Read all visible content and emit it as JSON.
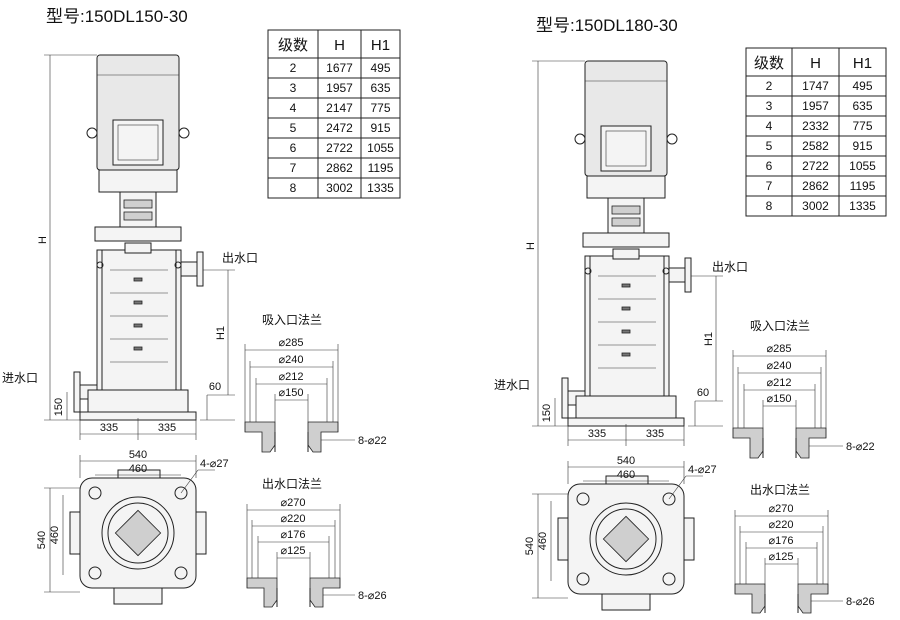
{
  "pumps": [
    {
      "model": "型号:150DL150-30",
      "table": {
        "headers": [
          "级数",
          "H",
          "H1"
        ],
        "rows": [
          [
            "2",
            "1677",
            "495"
          ],
          [
            "3",
            "1957",
            "635"
          ],
          [
            "4",
            "2147",
            "775"
          ],
          [
            "5",
            "2472",
            "915"
          ],
          [
            "6",
            "2722",
            "1055"
          ],
          [
            "7",
            "2862",
            "1195"
          ],
          [
            "8",
            "3002",
            "1335"
          ]
        ]
      },
      "labels": {
        "outlet": "出水口",
        "inlet": "进水口",
        "h": "H",
        "h1": "H1",
        "dim_60": "60",
        "dim_150": "150",
        "base_left": "335",
        "base_right": "335",
        "plan_540_top": "540",
        "plan_460_top": "460",
        "plan_540_side": "540",
        "plan_460_side": "460",
        "bolt_holes": "4-⌀27"
      },
      "suction_flange": {
        "title": "吸入口法兰",
        "diameters": [
          "⌀285",
          "⌀240",
          "⌀212",
          "⌀150"
        ],
        "bolts": "8-⌀22"
      },
      "outlet_flange": {
        "title": "出水口法兰",
        "diameters": [
          "⌀270",
          "⌀220",
          "⌀176",
          "⌀125"
        ],
        "bolts": "8-⌀26"
      }
    },
    {
      "model": "型号:150DL180-30",
      "table": {
        "headers": [
          "级数",
          "H",
          "H1"
        ],
        "rows": [
          [
            "2",
            "1747",
            "495"
          ],
          [
            "3",
            "1957",
            "635"
          ],
          [
            "4",
            "2332",
            "775"
          ],
          [
            "5",
            "2582",
            "915"
          ],
          [
            "6",
            "2722",
            "1055"
          ],
          [
            "7",
            "2862",
            "1195"
          ],
          [
            "8",
            "3002",
            "1335"
          ]
        ]
      },
      "labels": {
        "outlet": "出水口",
        "inlet": "进水口",
        "h": "H",
        "h1": "H1",
        "dim_60": "60",
        "dim_150": "150",
        "base_left": "335",
        "base_right": "335",
        "plan_540_top": "540",
        "plan_460_top": "460",
        "plan_540_side": "540",
        "plan_460_side": "460",
        "bolt_holes": "4-⌀27"
      },
      "suction_flange": {
        "title": "吸入口法兰",
        "diameters": [
          "⌀285",
          "⌀240",
          "⌀212",
          "⌀150"
        ],
        "bolts": "8-⌀22"
      },
      "outlet_flange": {
        "title": "出水口法兰",
        "diameters": [
          "⌀270",
          "⌀220",
          "⌀176",
          "⌀125"
        ],
        "bolts": "8-⌀26"
      }
    }
  ]
}
